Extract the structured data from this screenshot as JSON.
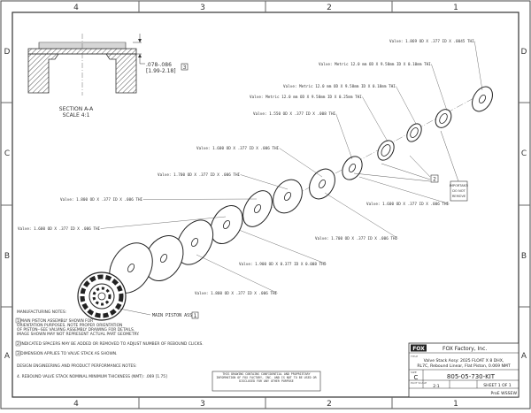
{
  "zones": {
    "top": [
      "4",
      "3",
      "2",
      "1"
    ],
    "left": [
      "D",
      "C",
      "B",
      "A"
    ]
  },
  "section": {
    "line1": "SECTION A-A",
    "line2": "SCALE 4:1"
  },
  "dimension": {
    "line1": ".078-.086",
    "line2": "[1.99-2.18]",
    "balloon": "3"
  },
  "callouts": [
    "Valve: 1.869 OD X .377 ID X .0045 THI",
    "Valve: Metric 12.0 mm OD X 9.58mm ID X 0.10mm THI",
    "Valve: Metric 12.0 mm OD X 9.58mm ID X 0.18mm THI",
    "Valve: Metric 12.0 mm OD X 9.58mm ID X 0.25mm THI",
    "Valve: 1.550 OD X .377 ID X .008 THI",
    "Valve: 1.600 OD X .377 ID X .006 THI",
    "Valve: 1.700 OD X .377 ID X .006 THI",
    "Valve: 1.600 OD X .377 ID X .006 THI",
    "Valve: 1.800 OD X .377 ID X .006 THI",
    "Valve: 1.600 OD X .377 ID X .006 THI",
    "Valve: 1.700 OD X .377 ID X .006 THI",
    "Valve: 1.900 OD X 0.377 ID X 0.008 THI",
    "Valve: 1.800 OD X .377 ID X .006 THI",
    "Valve: 1.900 OD X 0.377 ID X 0.008 THI"
  ],
  "piston_label": "MAIN PISTON ASSY",
  "balloons": {
    "piston": "1",
    "spacer": "2"
  },
  "important_note": [
    "IMPORTANT:",
    "DO NOT",
    "REMOVE"
  ],
  "mfg_notes": {
    "title": "MANUFACTURING NOTES:",
    "n1": [
      "1  MAIN PISTON ASSEMBLY SHOWN FOR",
      "   ORIENTATION PURPOSES. NOTE PROPER ORIENTATION",
      "   OF PISTON--SEE VALVING ASSEMBLY DRAWING FOR DETAILS.",
      "   IMAGE SHOWN MAY NOT REPRESENT ACTUAL PART GEOMETRY."
    ],
    "n2": "2  INDICATED SPACERS MAY BE ADDED OR REMOVED TO ADJUST NUMBER OF REBOUND CLICKS.",
    "n3": "3  DIMENSION APPLIES TO VALVE STACK AS SHOWN."
  },
  "design_notes": {
    "title": "DESIGN ENGINEERING AND PRODUCT PERFORMANCE NOTES:",
    "n4": "4. REBOUND VALVE STACK NOMINAL MINIMUM THICKNESS (NMT): .069 [1.75]"
  },
  "proprietary": "THIS DRAWING CONTAINS CONFIDENTIAL AND PROPRIETARY INFORMATION OF FOX FACTORY, INC. AND IS NOT TO BE USED OR DISCLOSED FOR ANY OTHER PURPOSE",
  "title_block": {
    "logo": "FOX",
    "company": "FOX Factory, Inc.",
    "title_lbl": "TITLE",
    "title_line1": "Valve Stack Assy: 2025 FLOAT X 8 DHX,",
    "title_line2": "RL7C, Rebound Linear, Flat Piston, 0.069 NMT",
    "size_lbl": "SIZE",
    "size": "C",
    "part_number": "805-05-730-KIT",
    "scale_lbl": "PLOT SCALE",
    "scale": "2:1",
    "sheet": "SHEET 1 OF 1",
    "proe": "ProE WSSEW"
  }
}
